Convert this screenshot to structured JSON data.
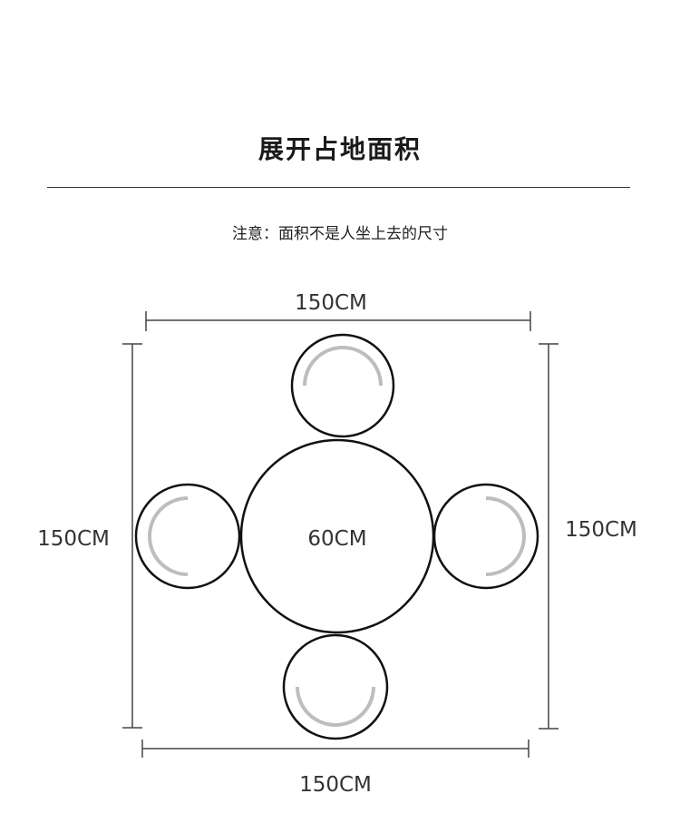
{
  "title": "展开占地面积",
  "note": "注意：面积不是人坐上去的尺寸",
  "dimensions": {
    "top": "150CM",
    "bottom": "150CM",
    "left": "150CM",
    "right": "150CM"
  },
  "table": {
    "diameter_label": "60CM"
  },
  "chairs": [
    "top",
    "left",
    "right",
    "bottom"
  ],
  "colors": {
    "outline": "#111111",
    "backrest": "#bdbdbd",
    "dimension_line": "#444444"
  }
}
